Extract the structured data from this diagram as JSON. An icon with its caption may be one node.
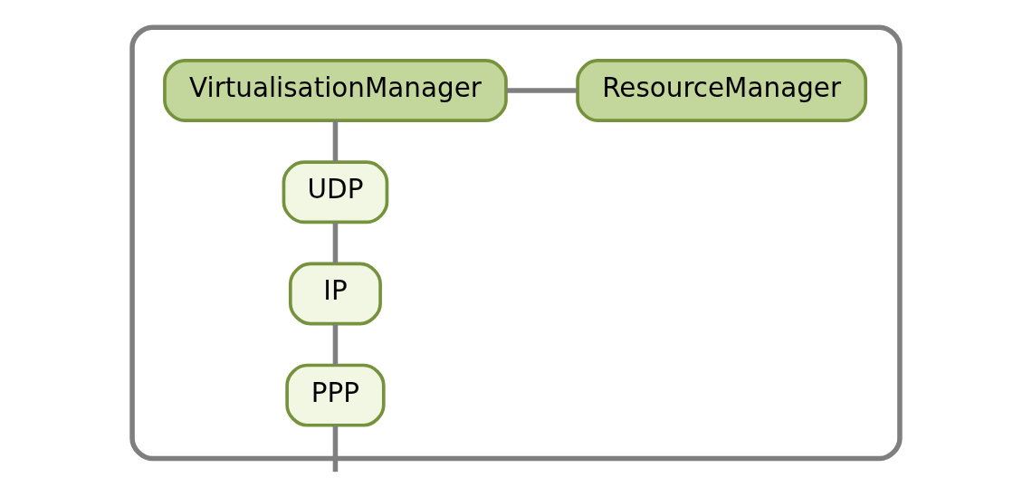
{
  "diagram": {
    "nodes": [
      {
        "text": [],
        "shape": "box"
      },
      {
        "text": [
          "VirtualisationManager"
        ],
        "in": 0
      },
      {
        "text": [
          "ResourceManager"
        ],
        "in": 0
      },
      {
        "text": [
          "UDP"
        ],
        "in": 0
      },
      {
        "text": [
          "IP"
        ],
        "in": 0
      },
      {
        "text": [
          "PPP"
        ],
        "in": 0
      }
    ],
    "edges": [
      {
        "from": 1,
        "to": 2,
        "arrow": "none"
      },
      {
        "from": 1,
        "to": 3,
        "arrow": "none"
      },
      {
        "from": 3,
        "to": 4,
        "arrow": "none"
      },
      {
        "from": 4,
        "to": 5,
        "arrow": "none"
      },
      {
        "from": 5,
        "to": null,
        "arrow": "none"
      }
    ]
  }
}
